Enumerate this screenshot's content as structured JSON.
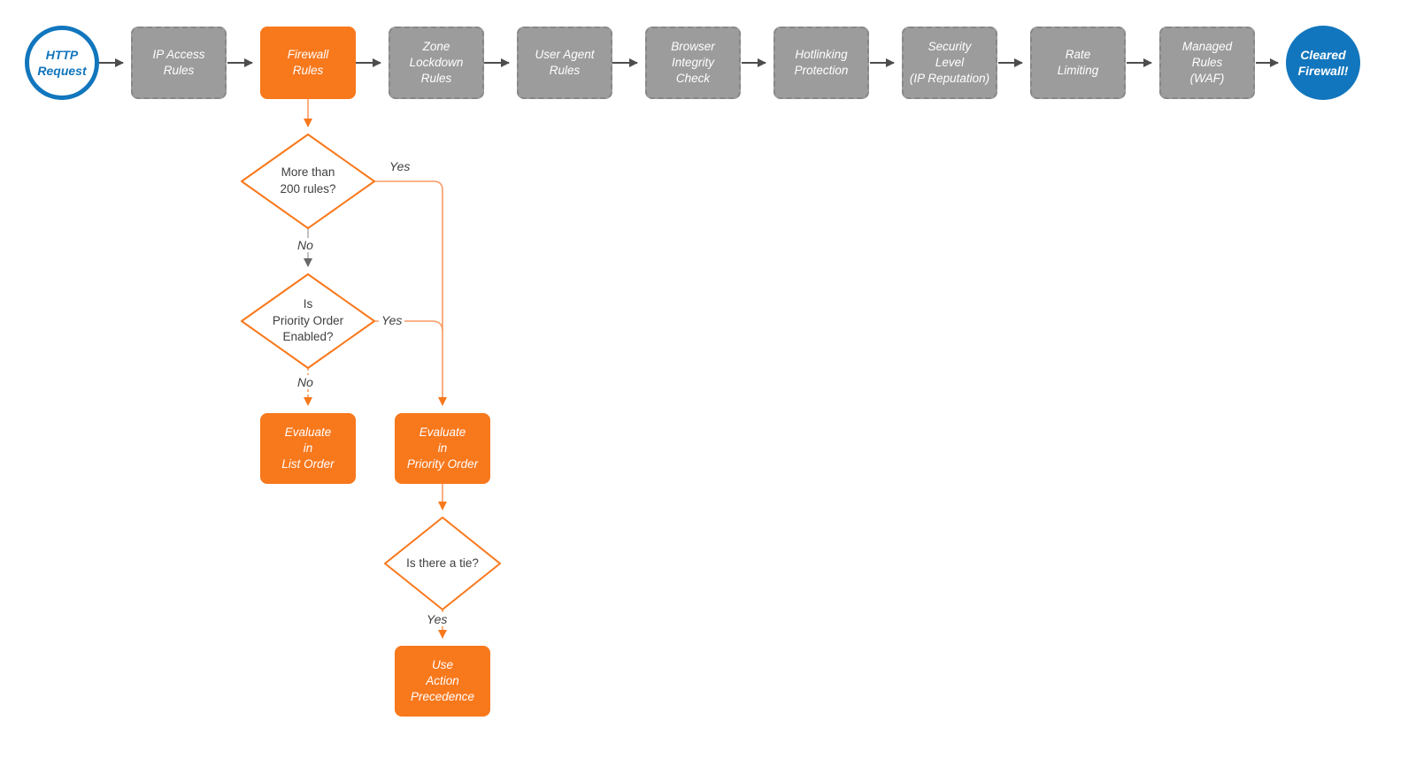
{
  "pipeline": {
    "start": {
      "label": "HTTP\nRequest"
    },
    "stages": [
      {
        "label": "IP Access\nRules"
      },
      {
        "label": "Firewall\nRules"
      },
      {
        "label": "Zone\nLockdown\nRules"
      },
      {
        "label": "User Agent\nRules"
      },
      {
        "label": "Browser\nIntegrity\nCheck"
      },
      {
        "label": "Hotlinking\nProtection"
      },
      {
        "label": "Security\nLevel\n(IP Reputation)"
      },
      {
        "label": "Rate\nLimiting"
      },
      {
        "label": "Managed\nRules\n(WAF)"
      }
    ],
    "end": {
      "label": "Cleared\nFirewall!"
    }
  },
  "firewall_subflow": {
    "more_than_200_rules": {
      "question": "More than\n200 rules?",
      "yes_label": "Yes",
      "no_label": "No"
    },
    "priority_order_enabled": {
      "question": "Is\nPriority Order\nEnabled?",
      "yes_label": "Yes",
      "no_label": "No"
    },
    "evaluate_in_list_order": {
      "label": "Evaluate\nin\nList Order"
    },
    "evaluate_in_priority_order": {
      "label": "Evaluate\nin\nPriority Order"
    },
    "is_there_a_tie": {
      "question": "Is there a tie?",
      "yes_label": "Yes"
    },
    "use_action_precedence": {
      "label": "Use\nAction\nPrecedence"
    }
  },
  "colors": {
    "accent_orange": "#f8781c",
    "light_orange_line": "#f99b63",
    "accent_blue": "#1176bd",
    "stage_gray": "#9c9c9c",
    "dark_line_gray": "#4d4d4d"
  }
}
